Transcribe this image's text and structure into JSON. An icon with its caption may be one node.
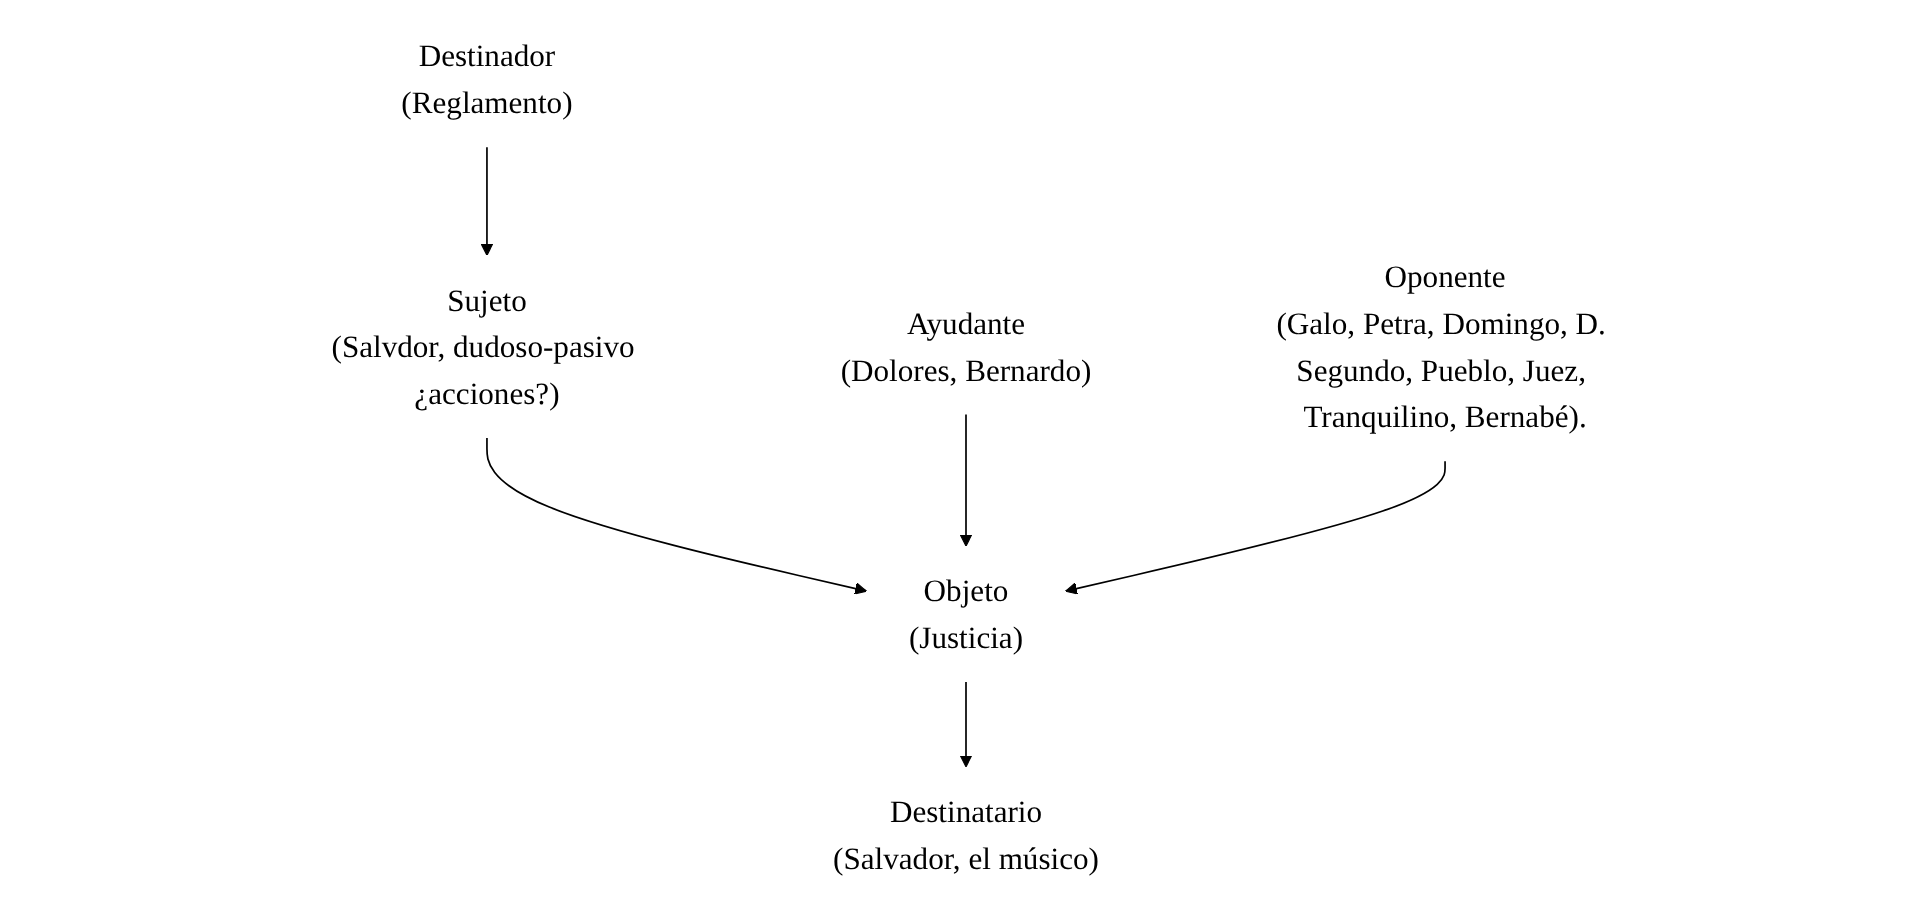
{
  "diagram": {
    "nodes": [
      {
        "text": [
          "Destinador",
          "(Reglamento)"
        ]
      },
      {
        "text": [
          "Destinatario",
          "(Salvador, el músico)"
        ]
      },
      {
        "text": [
          "Sujeto",
          "(Salvdor, dudoso-pasivo ¿acciones?)"
        ]
      },
      {
        "text": [
          "Ayudante",
          "(Dolores, Bernardo)"
        ]
      },
      {
        "text": [
          "Objeto",
          "(Justicia)"
        ]
      },
      {
        "text": [
          "Oponente",
          "(Galo, Petra, Domingo, D. Segundo, Pueblo, Juez, Tranquilino, Bernabé)."
        ]
      }
    ],
    "edges": [
      {
        "from": 0,
        "to": 2,
        "arrow": "to"
      },
      {
        "from": 2,
        "to": 4,
        "arrow": "to"
      },
      {
        "from": 4,
        "to": 1,
        "arrow": "to"
      },
      {
        "from": 3,
        "to": 4,
        "arrow": "to"
      },
      {
        "from": 5,
        "to": 4,
        "arrow": "to"
      }
    ]
  }
}
